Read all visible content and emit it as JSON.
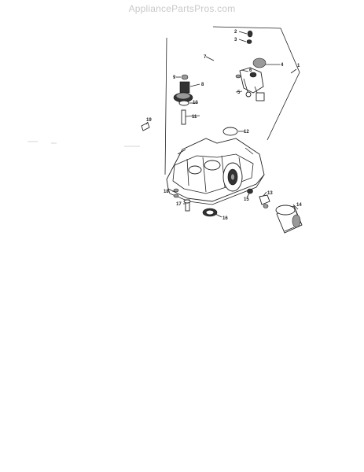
{
  "watermark": "AppliancePartsPros.com",
  "labels": {
    "l1": "1",
    "l2": "2",
    "l3": "3",
    "l4": "4",
    "l5": "5",
    "l6": "6",
    "l7": "7",
    "l8": "8",
    "l9": "9",
    "l10": "10",
    "l11": "11",
    "l12": "12",
    "l13": "13",
    "l14": "14",
    "l15": "15",
    "l16": "16",
    "l17": "17",
    "l18": "18",
    "l19": "19"
  }
}
